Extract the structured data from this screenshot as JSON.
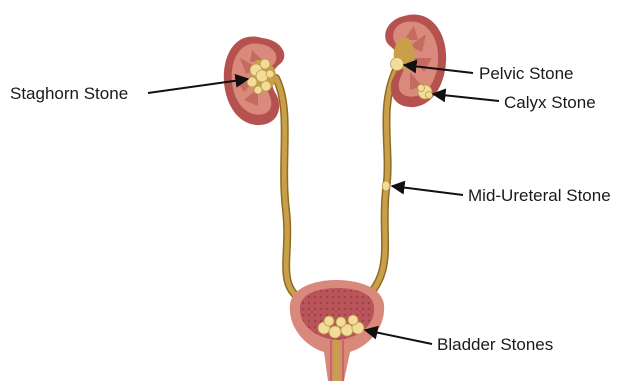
{
  "labels": {
    "staghorn": "Staghorn Stone",
    "pelvic": "Pelvic Stone",
    "calyx": "Calyx Stone",
    "mid_ureteral": "Mid-Ureteral Stone",
    "bladder": "Bladder Stones"
  },
  "colors": {
    "kidney_outer": "#b5524f",
    "kidney_cortex": "#d98a7c",
    "kidney_medulla": "#c46a5e",
    "kidney_pelvis": "#c9a04a",
    "ureter": "#c9a04a",
    "ureter_edge": "#8f6a22",
    "stone": "#f3dc9a",
    "stone_edge": "#b89a4a",
    "bladder_outer": "#d9897c",
    "bladder_inner": "#b8545a",
    "arrow": "#111111"
  },
  "icons": [
    "kidney-left",
    "kidney-right",
    "ureter-left",
    "ureter-right",
    "bladder",
    "stone"
  ]
}
